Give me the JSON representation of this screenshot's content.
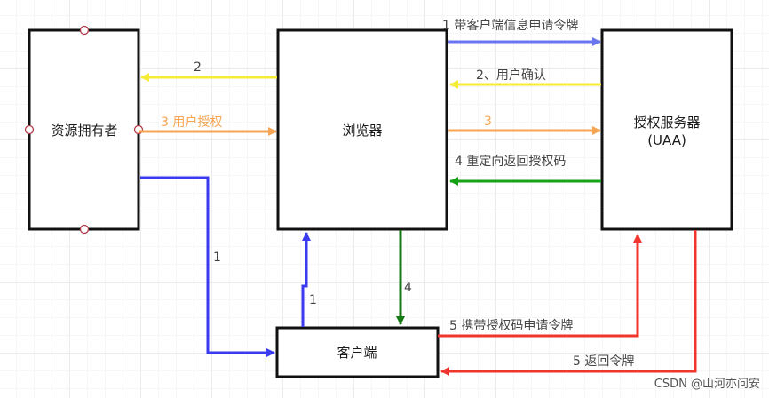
{
  "diagram": {
    "nodes": {
      "resource_owner": "资源拥有者",
      "browser": "浏览器",
      "auth_server_line1": "授权服务器",
      "auth_server_line2": "(UAA)",
      "client": "客户端"
    },
    "edges": [
      {
        "id": "e1",
        "label": "1 带客户端信息申请令牌",
        "color": "#6a76f0"
      },
      {
        "id": "e2",
        "label": "2",
        "color": "#f5ec36"
      },
      {
        "id": "e3",
        "label": "2、用户确认",
        "color": "#f5ec36"
      },
      {
        "id": "e4",
        "label": "3 用户授权",
        "color": "#f7a553"
      },
      {
        "id": "e5",
        "label": "3",
        "color": "#f7a553"
      },
      {
        "id": "e6",
        "label": "4 重定向返回授权码",
        "color": "#15a315"
      },
      {
        "id": "e7",
        "label": "1",
        "color": "#3a3af0"
      },
      {
        "id": "e8",
        "label": "1",
        "color": "#3a3af0"
      },
      {
        "id": "e9",
        "label": "4",
        "color": "#157a15"
      },
      {
        "id": "e10",
        "label": "5 携带授权码申请令牌",
        "color": "#f0352c"
      },
      {
        "id": "e11",
        "label": "5 返回令牌",
        "color": "#f0352c"
      }
    ],
    "watermark": "CSDN @山河亦问安"
  }
}
